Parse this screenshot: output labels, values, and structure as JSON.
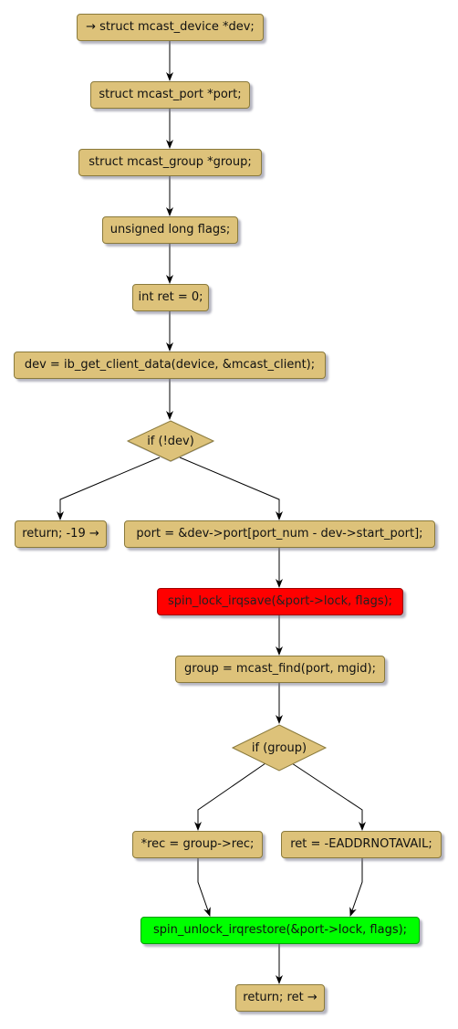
{
  "diagram": {
    "nodes": {
      "n1": "→ struct mcast_device *dev;",
      "n2": "struct mcast_port *port;",
      "n3": "struct mcast_group *group;",
      "n4": "unsigned long flags;",
      "n5": "int ret = 0;",
      "n6": "dev = ib_get_client_data(device, &mcast_client);",
      "d1": "if (!dev)",
      "n7": "return; -19 →",
      "n8": "port = &dev->port[port_num - dev->start_port];",
      "n9": "spin_lock_irqsave(&port->lock, flags);",
      "n10": "group = mcast_find(port, mgid);",
      "d2": "if (group)",
      "n11": "*rec = group->rec;",
      "n12": "ret = -EADDRNOTAVAIL;",
      "n13": "spin_unlock_irqrestore(&port->lock, flags);",
      "n14": "return; ret →"
    },
    "colors": {
      "node_fill": "#ddc27a",
      "lock_fill": "#ff0000",
      "unlock_fill": "#00ff00",
      "edge": "#000000"
    }
  }
}
